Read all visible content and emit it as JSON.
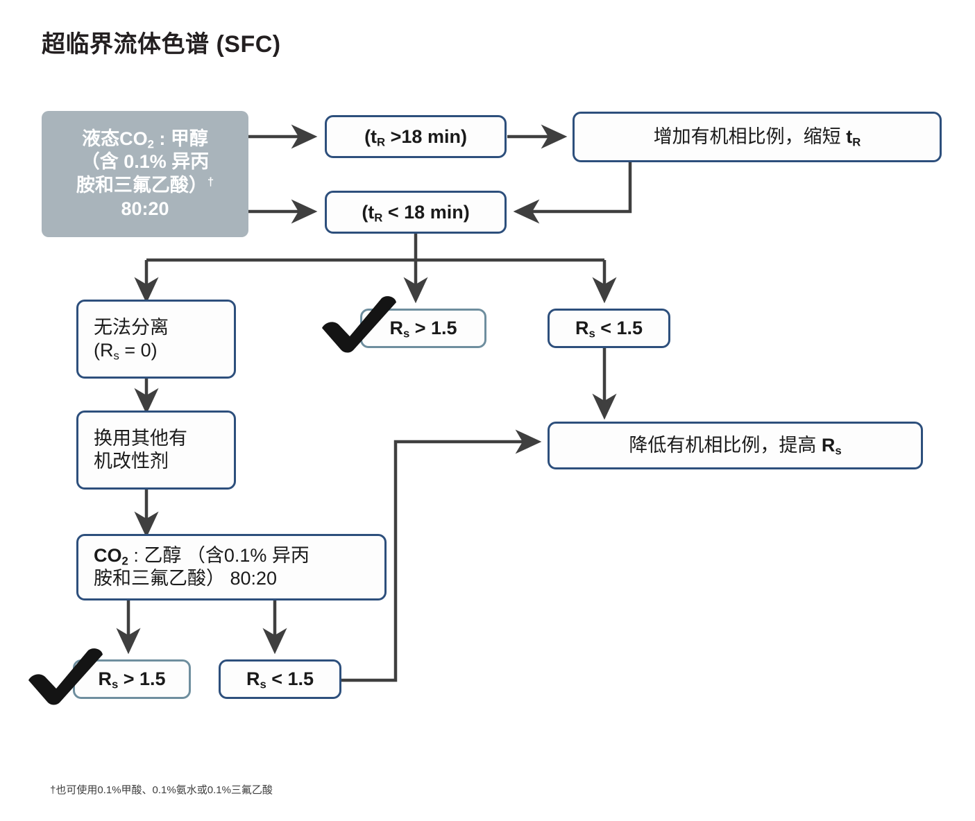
{
  "title": "超临界流体色谱 (SFC)",
  "footnote": "†也可使用0.1%甲酸、0.1%氨水或0.1%三氟乙酸",
  "colors": {
    "border_navy": "#2d4f7c",
    "border_light": "#6e8e9e",
    "gray_fill": "#a9b4bb",
    "arrow": "#3f3f3f",
    "text": "#1a1a1a"
  },
  "nodes": {
    "start_mobile_phase": {
      "line1": "液态CO",
      "line1_sub": "2",
      "line1_rest": " : 甲醇",
      "line2": "（含 0.1% 异丙",
      "line3": "胺和三氟乙酸）",
      "line3_dagger": "†",
      "line4": "80:20",
      "full_text": "液态CO2 : 甲醇（含 0.1% 异丙胺和三氟乙酸）† 80:20"
    },
    "tr_gt_18": {
      "prefix": "(t",
      "sub": "R",
      "suffix": " >18 min)",
      "full_text": "(tR >18 min)"
    },
    "tr_lt_18": {
      "prefix": "(t",
      "sub": "R",
      "suffix": " < 18 min)",
      "full_text": "(tR < 18 min)"
    },
    "increase_organic": {
      "prefix": "增加有机相比例，缩短 ",
      "bold": "t",
      "sub": "R",
      "full_text": "增加有机相比例，缩短 tR"
    },
    "no_separation": {
      "line1": "无法分离",
      "line2_prefix": "(R",
      "line2_sub": "s",
      "line2_suffix": " = 0)",
      "full_text": "无法分离 (Rs = 0)"
    },
    "rs_gt_15_top": {
      "prefix": "R",
      "sub": "s",
      "suffix": " > 1.5",
      "full_text": "Rs > 1.5",
      "checked": true
    },
    "rs_lt_15_top": {
      "prefix": "R",
      "sub": "s",
      "suffix": " < 1.5",
      "full_text": "Rs < 1.5",
      "checked": false
    },
    "switch_modifier": {
      "line1": "换用其他有",
      "line2": "机改性剂",
      "full_text": "换用其他有机改性剂"
    },
    "decrease_organic": {
      "prefix": "降低有机相比例，提高 ",
      "bold": "R",
      "sub": "s",
      "full_text": "降低有机相比例，提高 Rs"
    },
    "co2_ethanol": {
      "line1_prefix": "CO",
      "line1_sub": "2",
      "line1_rest": " : 乙醇 （含0.1% 异丙",
      "line2": "胺和三氟乙酸） 80:20",
      "full_text": "CO2 : 乙醇（含0.1% 异丙胺和三氟乙酸）80:20"
    },
    "rs_gt_15_bottom": {
      "prefix": "R",
      "sub": "s",
      "suffix": " > 1.5",
      "full_text": "Rs > 1.5",
      "checked": true
    },
    "rs_lt_15_bottom": {
      "prefix": "R",
      "sub": "s",
      "suffix": " < 1.5",
      "full_text": "Rs < 1.5",
      "checked": false
    }
  },
  "icons": {
    "checkmark": "check-mark-icon"
  }
}
